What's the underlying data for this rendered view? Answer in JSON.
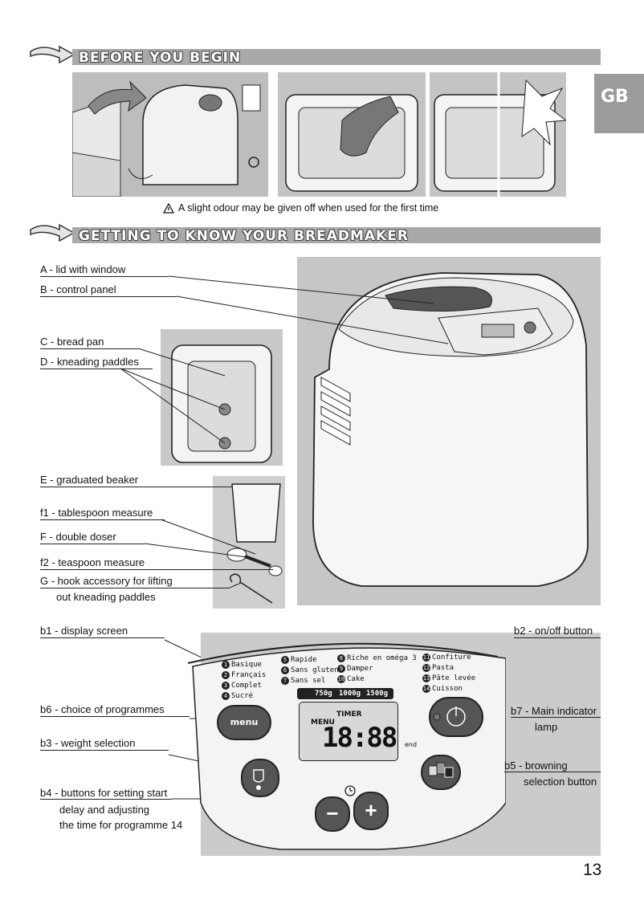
{
  "sections": {
    "before": {
      "title": "BEFORE YOU BEGIN"
    },
    "getting": {
      "title": "GETTING TO KNOW YOUR BREADMAKER"
    }
  },
  "tab": {
    "label": "GB"
  },
  "warning": {
    "text": "A slight odour may be given off when used for the first time"
  },
  "labels": {
    "a": "A - lid with window",
    "b": "B - control panel",
    "c": "C - bread pan",
    "d": "D - kneading paddles",
    "e": "E - graduated beaker",
    "f1": "f1 - tablespoon measure",
    "f": "F - double doser",
    "f2": "f2 - teaspoon measure",
    "g1": "G - hook accessory for lifting",
    "g2": "out kneading paddles",
    "b1": "b1 - display screen",
    "b2": "b2 - on/off button",
    "b6": "b6 - choice of programmes",
    "b7a": "b7 - Main indicator",
    "b7b": "lamp",
    "b3": "b3 - weight selection",
    "b5a": "b5 - browning",
    "b5b": "selection button",
    "b4a": "b4 - buttons for setting start",
    "b4b": "delay and adjusting",
    "b4c": "the time for programme 14"
  },
  "panel": {
    "programs": [
      {
        "n": "1",
        "label": "Basique"
      },
      {
        "n": "2",
        "label": "Français"
      },
      {
        "n": "3",
        "label": "Complet"
      },
      {
        "n": "4",
        "label": "Sucré"
      },
      {
        "n": "5",
        "label": "Rapide"
      },
      {
        "n": "6",
        "label": "Sans gluten"
      },
      {
        "n": "7",
        "label": "Sans sel"
      },
      {
        "n": "8",
        "label": "Riche en oméga 3"
      },
      {
        "n": "9",
        "label": "Damper"
      },
      {
        "n": "10",
        "label": "Cake"
      },
      {
        "n": "11",
        "label": "Confiture"
      },
      {
        "n": "12",
        "label": "Pasta"
      },
      {
        "n": "13",
        "label": "Pâte levée"
      },
      {
        "n": "14",
        "label": "Cuisson"
      }
    ],
    "weights": [
      "750g",
      "1000g",
      "1500g"
    ],
    "menu_text": "MENU",
    "timer_text": "TIMER",
    "display": "18:88",
    "end_text": "end",
    "menu_button": "menu",
    "minus": "−",
    "plus": "+"
  },
  "page_number": "13"
}
